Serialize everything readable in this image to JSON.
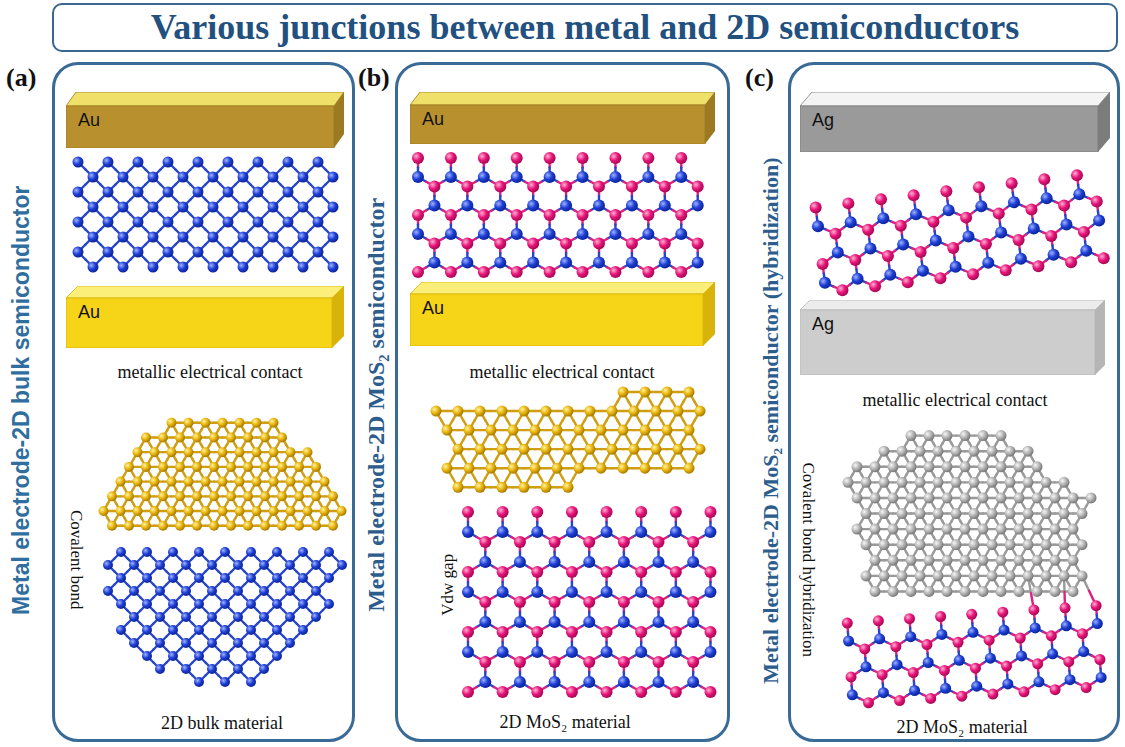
{
  "diagram": {
    "title": "Various junctions between metal and 2D semiconductors",
    "nodes": [
      {
        "text": [
          "(a)",
          "Metal electrode-2D bulk semiconductor"
        ]
      },
      {
        "text": [
          "Au"
        ],
        "in": 0
      },
      {
        "text": [
          "Au"
        ],
        "in": 0
      },
      {
        "text": [
          "(b)",
          "Metal electrode-2D MoS₂ semiconductor"
        ]
      },
      {
        "text": [
          "Au"
        ],
        "in": 3
      },
      {
        "text": [
          "Au"
        ],
        "in": 3
      },
      {
        "text": [
          "(c)",
          "Metal electrode-2D MoS₂ semiconductor (hybridization)"
        ]
      },
      {
        "text": [
          "Ag"
        ],
        "in": 6
      },
      {
        "text": [
          "Ag"
        ],
        "in": 6
      }
    ],
    "labels": [
      "metallic electrical contact",
      "Covalent bond",
      "2D bulk material",
      "metallic electrical contact",
      "Vdw gap",
      "2D MoS₂ material",
      "metallic electrical contact",
      "Covalent bond hybridization",
      "2D MoS₂ material"
    ]
  }
}
